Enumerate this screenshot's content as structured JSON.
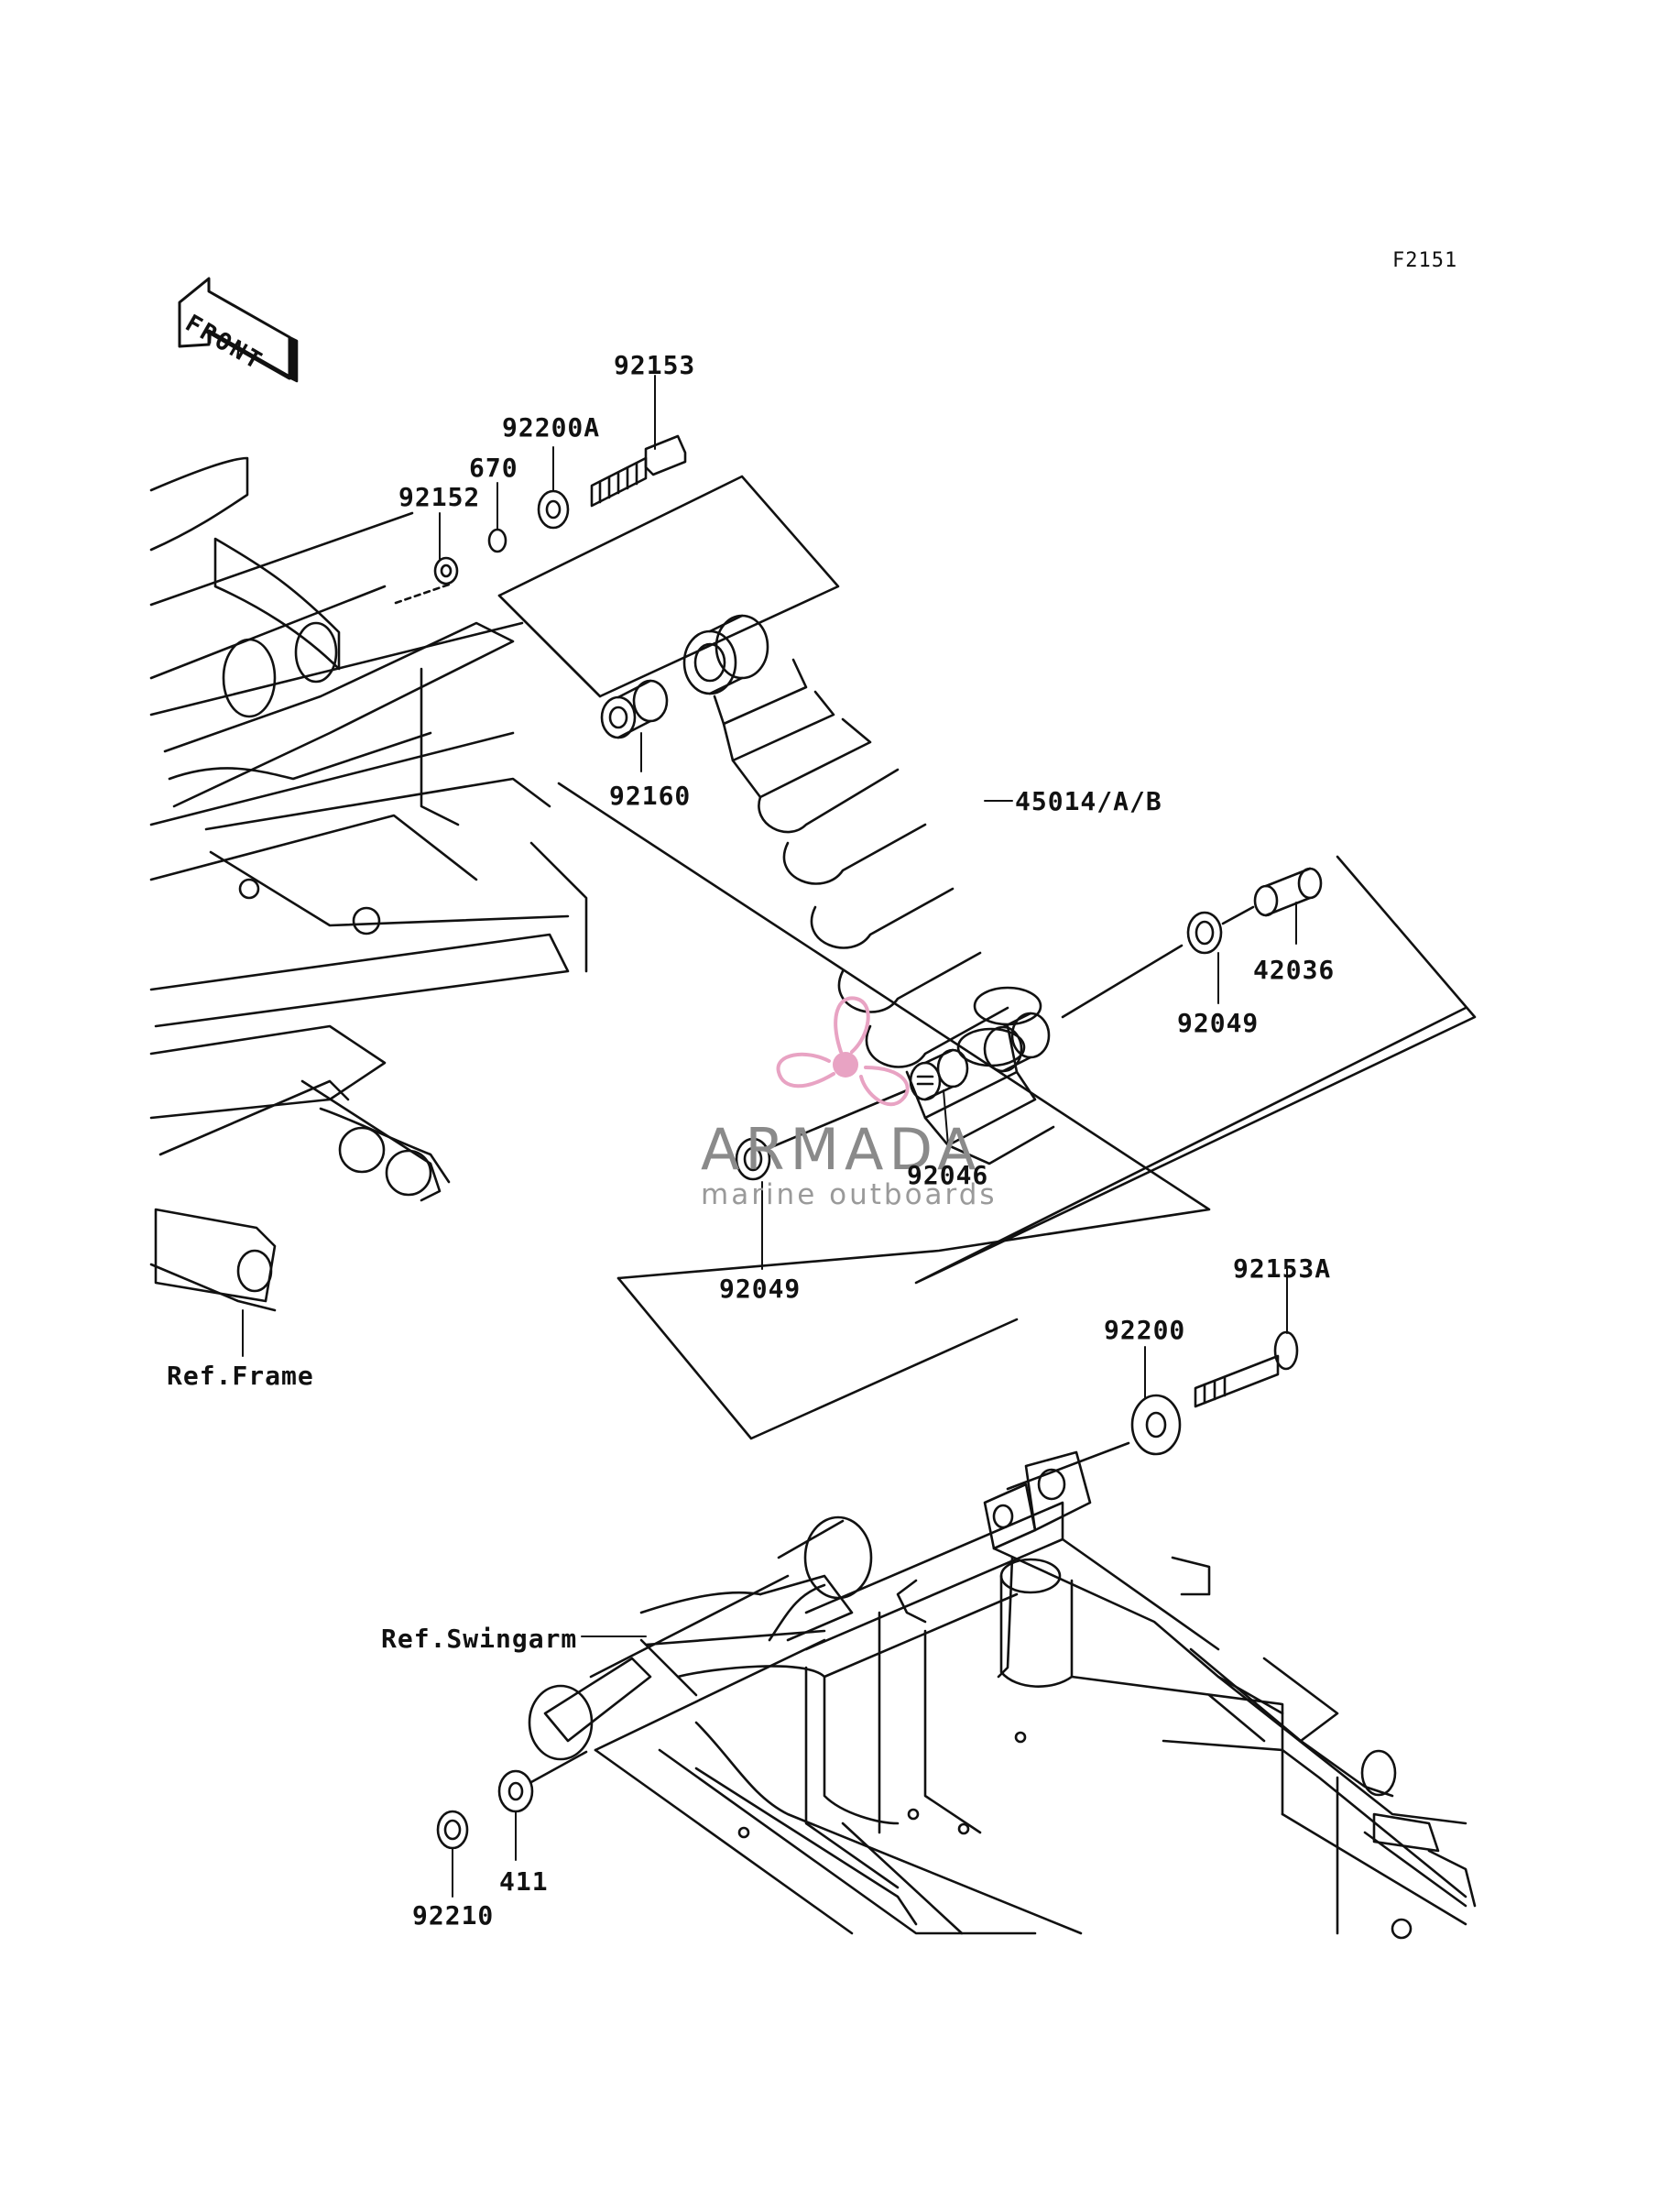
{
  "figure_code": "F2151",
  "direction_label": "FRONT",
  "references": {
    "frame": "Ref.Frame",
    "swingarm": "Ref.Swingarm"
  },
  "parts": {
    "p92153": "92153",
    "p92200A": "92200A",
    "p670": "670",
    "p92152": "92152",
    "p92160": "92160",
    "p45014": "45014/A/B",
    "p42036": "42036",
    "p92049_right": "92049",
    "p92046": "92046",
    "p92049_left": "92049",
    "p92153A": "92153A",
    "p92200": "92200",
    "p411": "411",
    "p92210": "92210"
  },
  "watermark": {
    "name": "ARMADA",
    "tagline": "marine outboards",
    "accent_color": "#e8a3c3"
  },
  "colors": {
    "line": "#111111",
    "background": "#ffffff"
  }
}
